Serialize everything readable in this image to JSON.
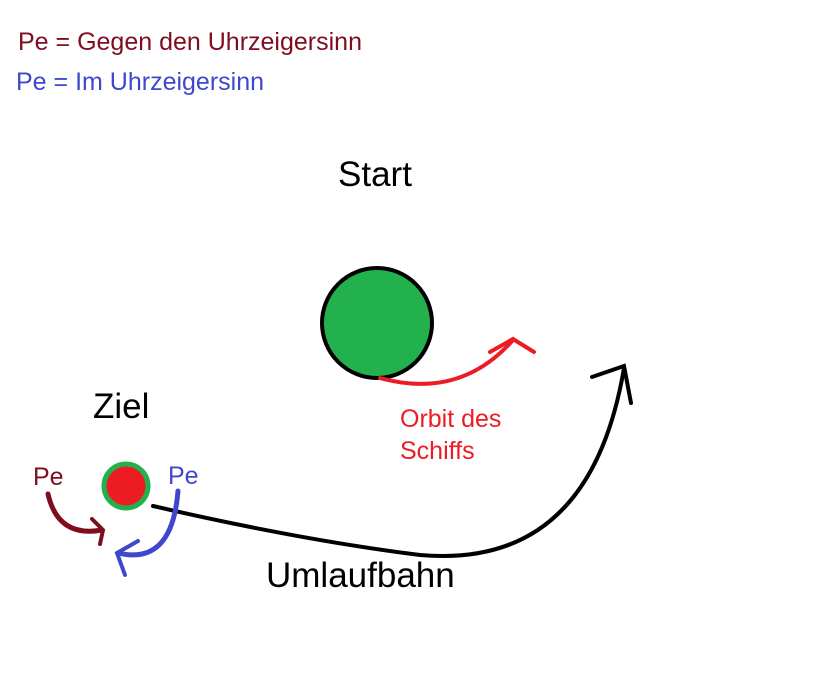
{
  "legend": {
    "ccw": "Pe = Gegen den Uhrzeigersinn",
    "cw": "Pe = Im Uhrzeigersinn"
  },
  "labels": {
    "start": "Start",
    "ziel": "Ziel",
    "orbit_line1": "Orbit des",
    "orbit_line2": "Schiffs",
    "umlaufbahn": "Umlaufbahn",
    "pe_left": "Pe",
    "pe_right": "Pe"
  },
  "colors": {
    "ccw": "#7f0d1f",
    "cw": "#3f48cc",
    "orbit": "#ed1c24",
    "planet": "#22b14c",
    "target": "#ed1c24"
  }
}
